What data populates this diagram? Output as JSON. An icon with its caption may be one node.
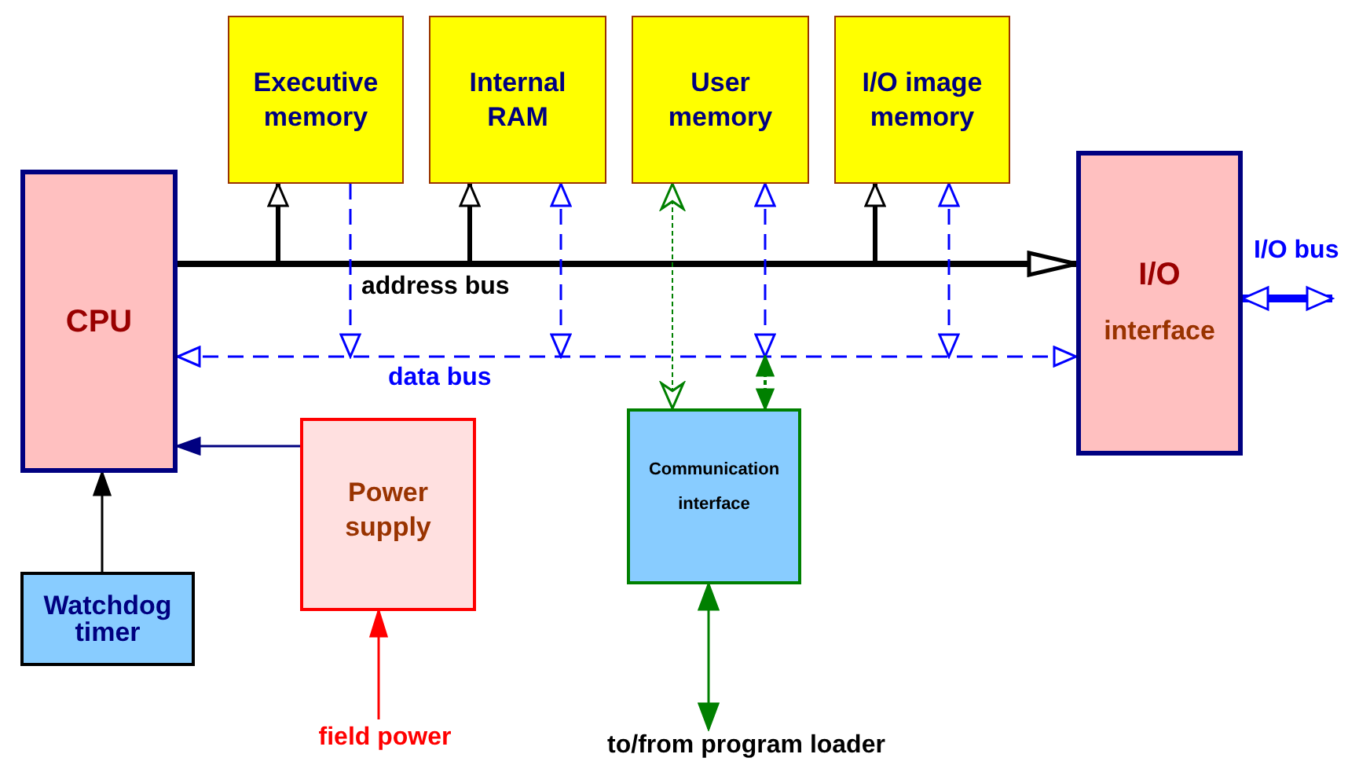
{
  "diagram": {
    "nodes": [
      {
        "text": [
          "Executive memory"
        ]
      },
      {
        "text": [
          "Internal RAM"
        ]
      },
      {
        "text": [
          "User memory"
        ]
      },
      {
        "text": [
          "I/O image memory"
        ]
      },
      {
        "text": [
          "CPU"
        ]
      },
      {
        "text": [
          "I/O",
          "interface"
        ]
      },
      {
        "text": [
          "Power supply"
        ]
      },
      {
        "text": [
          "Communication interface"
        ]
      },
      {
        "text": [
          "Watchdog timer"
        ]
      },
      {
        "text": [
          "field power"
        ]
      },
      {
        "text": [
          "to/from program loader"
        ]
      }
    ],
    "edges": [
      {
        "from": 4,
        "to": 5,
        "arrow": "to",
        "label": "address bus",
        "style": "thick",
        "color": "#000000"
      },
      {
        "from": null,
        "to": 0,
        "arrow": "to",
        "style": "thick",
        "color": "#000000"
      },
      {
        "from": null,
        "to": 1,
        "arrow": "to",
        "style": "thick",
        "color": "#000000"
      },
      {
        "from": null,
        "to": 3,
        "arrow": "to",
        "style": "thick",
        "color": "#000000"
      },
      {
        "from": 4,
        "to": 5,
        "arrow": "both",
        "label": "data bus",
        "style": "dashed"
      },
      {
        "from": 0,
        "to": null,
        "arrow": "to",
        "style": "dashed"
      },
      {
        "from": 1,
        "to": null,
        "arrow": "both",
        "style": "dashed"
      },
      {
        "from": 2,
        "to": null,
        "arrow": "both",
        "style": "dashed"
      },
      {
        "from": 3,
        "to": null,
        "arrow": "both",
        "style": "dashed"
      },
      {
        "from": 2,
        "to": 7,
        "arrow": "both",
        "style": "dashed",
        "color": "#008000"
      },
      {
        "from": null,
        "to": 7,
        "arrow": "both",
        "style": "dashed",
        "color": "#008000"
      },
      {
        "from": 6,
        "to": 4,
        "arrow": "to",
        "color": "#000080"
      },
      {
        "from": 8,
        "to": 4,
        "arrow": "to",
        "color": "#000000"
      },
      {
        "from": 9,
        "to": 6,
        "arrow": "to",
        "color": "#ff0000"
      },
      {
        "from": 7,
        "to": 10,
        "arrow": "both",
        "color": "#008000"
      },
      {
        "from": 5,
        "to": null,
        "arrow": "both",
        "label": "I/O bus",
        "style": "thick"
      }
    ]
  }
}
